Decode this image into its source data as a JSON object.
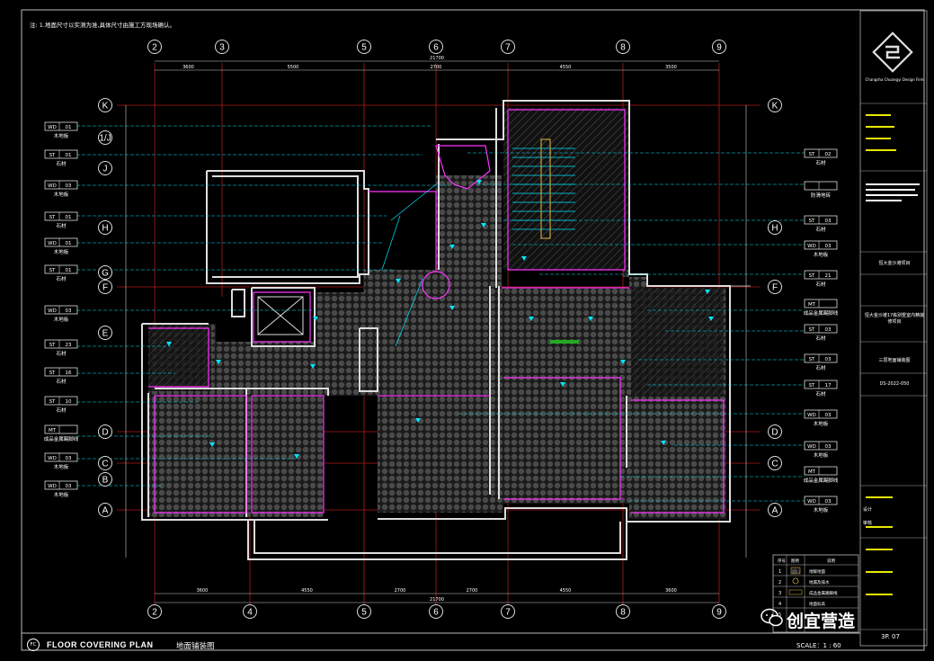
{
  "note": "注: 1.地面尺寸以实测为准,具体尺寸由施工方现场确认。",
  "grid_cols": [
    "2",
    "3",
    "5",
    "6",
    "7",
    "8",
    "9"
  ],
  "grid_cols_bottom": [
    "2",
    "4",
    "5",
    "6",
    "7",
    "8",
    "9"
  ],
  "grid_rows_left": [
    "K",
    "1/J",
    "J",
    "H",
    "G",
    "F",
    "E",
    "D",
    "C",
    "B",
    "A"
  ],
  "grid_rows_right": [
    "K",
    "H",
    "F",
    "D",
    "C",
    "A"
  ],
  "dims_top": [
    "3600",
    "5500",
    "2700",
    "4550",
    "3500"
  ],
  "dims_top_total": "21700",
  "dims_bottom": [
    "3600",
    "4550",
    "2700",
    "2700",
    "4550",
    "3600"
  ],
  "dims_bottom_total": "21700",
  "left_tags": [
    {
      "code": "WD",
      "num": "01",
      "label": "木地板"
    },
    {
      "code": "ST",
      "num": "01",
      "label": "石材"
    },
    {
      "code": "WD",
      "num": "03",
      "label": "木地板"
    },
    {
      "code": "ST",
      "num": "01",
      "label": "石材"
    },
    {
      "code": "WD",
      "num": "01",
      "label": "木地板"
    },
    {
      "code": "ST",
      "num": "01",
      "label": "石材"
    },
    {
      "code": "WD",
      "num": "03",
      "label": "木地板"
    },
    {
      "code": "ST",
      "num": "23",
      "label": "石材"
    },
    {
      "code": "ST",
      "num": "16",
      "label": "石材"
    },
    {
      "code": "ST",
      "num": "10",
      "label": "石材"
    },
    {
      "code": "MT",
      "num": "",
      "label": "成品金属踢脚线"
    },
    {
      "code": "WD",
      "num": "03",
      "label": "木地板"
    },
    {
      "code": "WD",
      "num": "03",
      "label": "木地板"
    }
  ],
  "right_tags": [
    {
      "code": "ST",
      "num": "02",
      "label": "石材"
    },
    {
      "code": "",
      "num": "",
      "label": "防滑地砖"
    },
    {
      "code": "ST",
      "num": "03",
      "label": "石材"
    },
    {
      "code": "WD",
      "num": "03",
      "label": "木地板"
    },
    {
      "code": "ST",
      "num": "21",
      "label": "石材"
    },
    {
      "code": "MT",
      "num": "",
      "label": "成品金属踢脚线"
    },
    {
      "code": "ST",
      "num": "03",
      "label": "石材"
    },
    {
      "code": "ST",
      "num": "03",
      "label": "石材"
    },
    {
      "code": "ST",
      "num": "17",
      "label": "石材"
    },
    {
      "code": "WD",
      "num": "03",
      "label": "木地板"
    },
    {
      "code": "WD",
      "num": "03",
      "label": "木地板"
    },
    {
      "code": "MT",
      "num": "",
      "label": "成品金属踢脚线"
    },
    {
      "code": "WD",
      "num": "03",
      "label": "木地板"
    }
  ],
  "title_block": {
    "company": "Changsha Chuangyi Design Firm",
    "project": "恒大金沙滩项目",
    "project_detail": "恒大金沙滩17栋别墅室内精装修项目",
    "drawing_name": "三层地面铺装图",
    "drawing_no": "DS-2022-050",
    "sign1": "设计",
    "sign2": "审核",
    "sheet": "3P. 07"
  },
  "legend": {
    "headers": [
      "序号",
      "图例",
      "说明"
    ],
    "rows": [
      {
        "no": "1",
        "desc": "地暖地面"
      },
      {
        "no": "2",
        "desc": "地漏及排水"
      },
      {
        "no": "3",
        "desc": "成品金属踢脚线"
      },
      {
        "no": "4",
        "desc": "地面标高"
      },
      {
        "no": "5",
        "desc": ""
      }
    ]
  },
  "footer": {
    "badge": "FC",
    "title_en": "FLOOR COVERING PLAN",
    "title_cn": "地面铺装图",
    "scale": "SCALE：1 : 60"
  },
  "watermark": "创宜营造",
  "colors": {
    "background": "#000000",
    "wall": "#ffffff",
    "magenta": "#ff33ff",
    "cyan": "#00e5ff",
    "red": "#cc2222",
    "yellow": "#e8e800",
    "floor_dot": "#555555"
  }
}
